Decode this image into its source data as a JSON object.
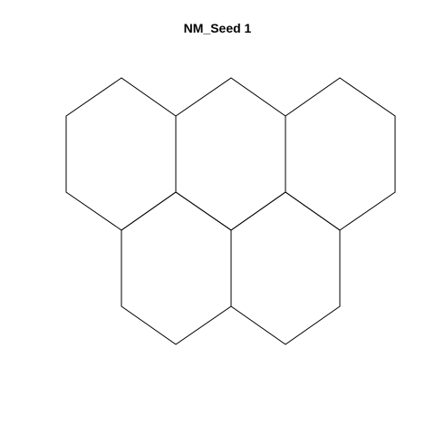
{
  "title": "NM_Seed 1",
  "colors": {
    "background": "#ffffff",
    "stroke": "#000000",
    "text": "#000000"
  },
  "diagram": {
    "shape": "hexagon",
    "cell_count": 5,
    "rows": [
      {
        "cells": 3
      },
      {
        "cells": 2
      }
    ]
  }
}
